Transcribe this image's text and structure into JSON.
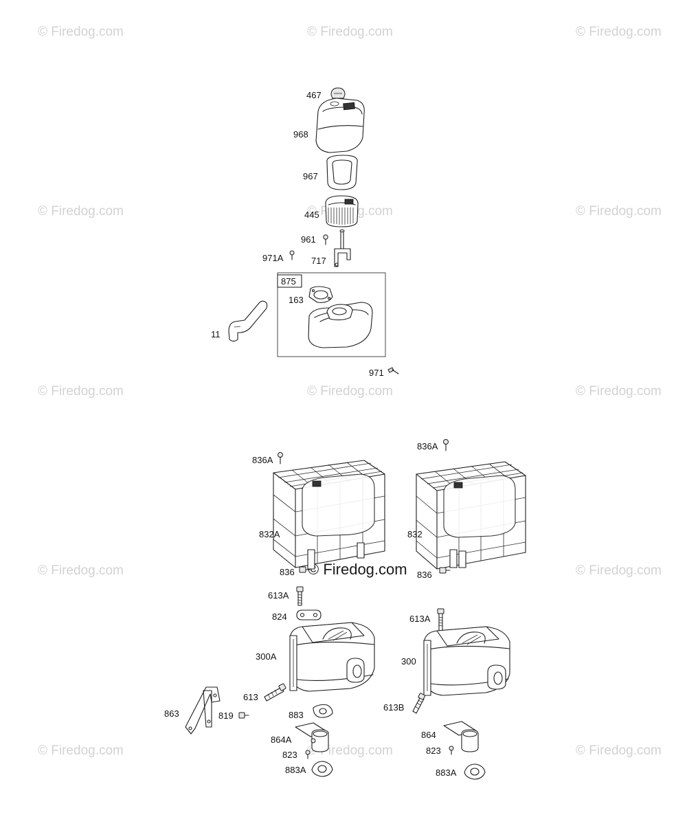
{
  "watermarks": {
    "text": "Firedog",
    "suffix": ".com",
    "copyright_symbol": "©",
    "main": "© Firedog.com"
  },
  "labels": {
    "p467": "467",
    "p968": "968",
    "p967": "967",
    "p445": "445",
    "p961": "961",
    "p971a": "971A",
    "p717": "717",
    "p875": "875",
    "p163": "163",
    "p11": "11",
    "p971": "971",
    "p836a_l": "836A",
    "p836a_r": "836A",
    "p832a": "832A",
    "p832": "832",
    "p836_l": "836",
    "p836_r": "836",
    "p613a_l": "613A",
    "p824": "824",
    "p300a": "300A",
    "p613": "613",
    "p863": "863",
    "p819": "819",
    "p883": "883",
    "p864a": "864A",
    "p823_l": "823",
    "p883a_l": "883A",
    "p613a_r": "613A",
    "p300": "300",
    "p613b": "613B",
    "p864": "864",
    "p823_r": "823",
    "p883a_r": "883A"
  }
}
